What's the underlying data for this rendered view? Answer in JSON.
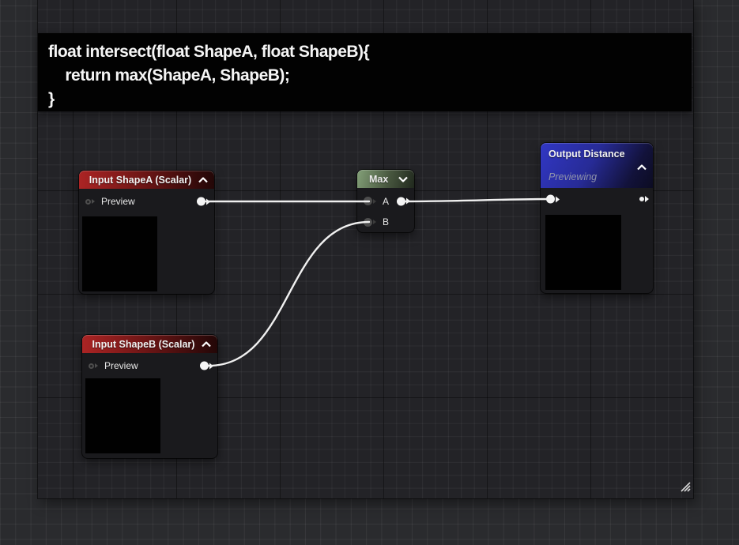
{
  "code_block": {
    "lines": [
      "float intersect(float ShapeA, float ShapeB){",
      "    return max(ShapeA, ShapeB);",
      "}"
    ]
  },
  "nodes": {
    "input_a": {
      "title": "Input ShapeA (Scalar)",
      "preview_label": "Preview"
    },
    "input_b": {
      "title": "Input ShapeB (Scalar)",
      "preview_label": "Preview"
    },
    "max": {
      "title": "Max",
      "pin_a_label": "A",
      "pin_b_label": "B"
    },
    "output": {
      "title": "Output Distance",
      "status": "Previewing"
    }
  },
  "icons": {
    "collapse": "chevron-up",
    "dropdown": "chevron-down",
    "resize": "diagonal-grip",
    "pin_connected": "filled-circle-arrow",
    "pin_unconnected": "gray-circle-arrow",
    "pin_hollow": "ring-circle-arrow"
  },
  "colors": {
    "input_header": "#ab2424",
    "max_header": "#83a078",
    "output_header": "#3137c4",
    "wire": "#f0f0f0",
    "canvas_bg": "#232327",
    "page_bg": "#2a2b2e",
    "code_bg": "#020202",
    "preview_bg": "#010101"
  }
}
